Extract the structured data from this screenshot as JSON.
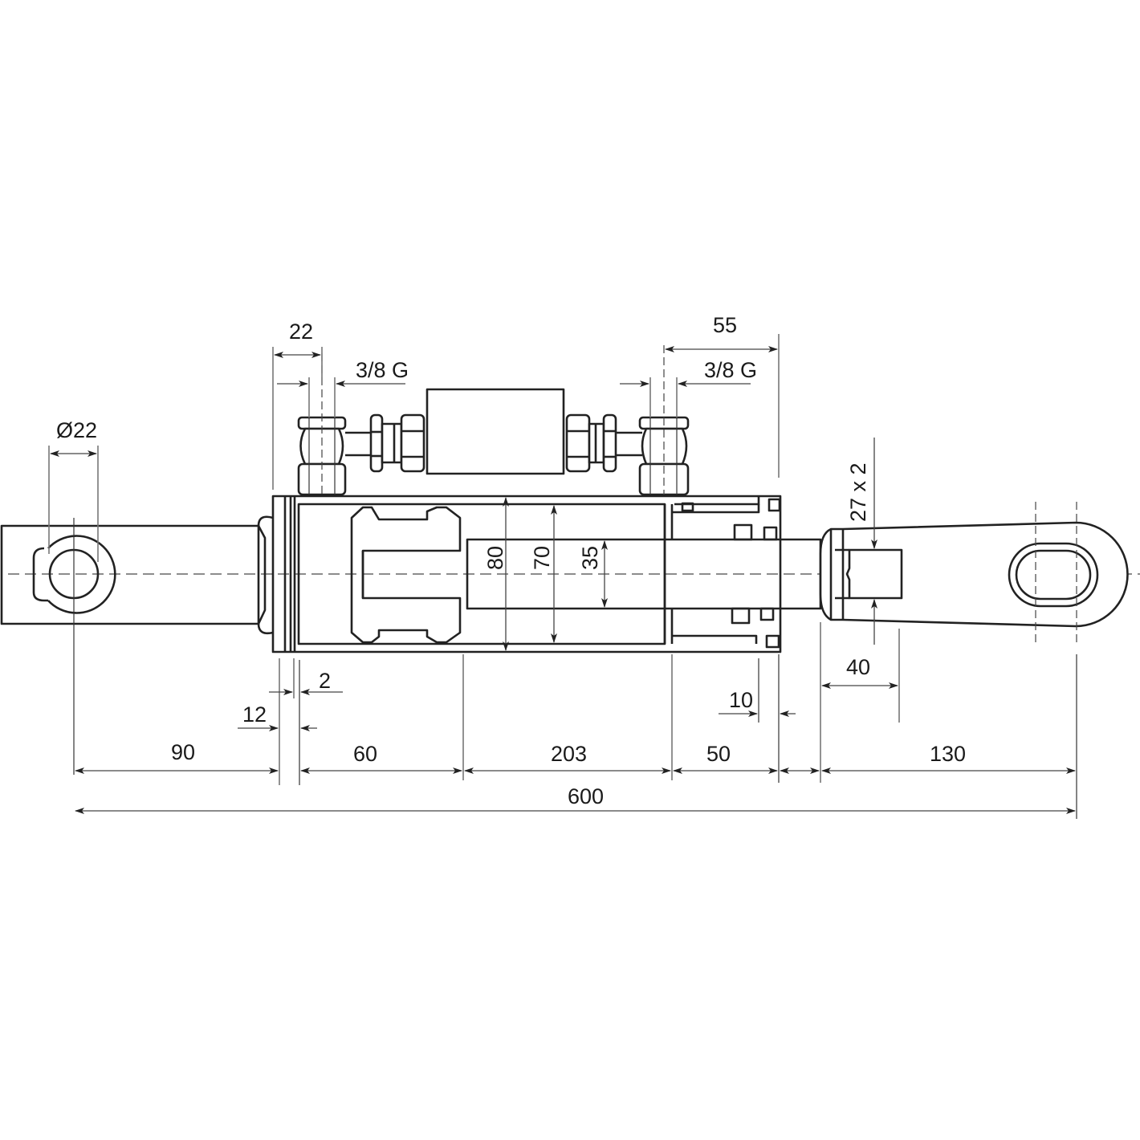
{
  "drawing": {
    "subject": "Hydraulic cylinder, double acting, with mounted ports",
    "units": "mm",
    "background": "#ffffff",
    "line_color": "#222222"
  },
  "dimensions": {
    "pin_diameter": "Ø22",
    "port_offset_left": "22",
    "port_thread_left": "3/8 G",
    "port_offset_right": "55",
    "port_thread_right": "3/8 G",
    "rod_thread": "27 x 2",
    "bore_outer": "80",
    "bore_inner": "70",
    "rod_diameter": "35",
    "cap_ring_2": "2",
    "cap_width_12": "12",
    "gland_step_10": "10",
    "thread_length": "40",
    "seg_90": "90",
    "seg_60": "60",
    "seg_203": "203",
    "seg_50": "50",
    "seg_130": "130",
    "overall_length": "600"
  }
}
